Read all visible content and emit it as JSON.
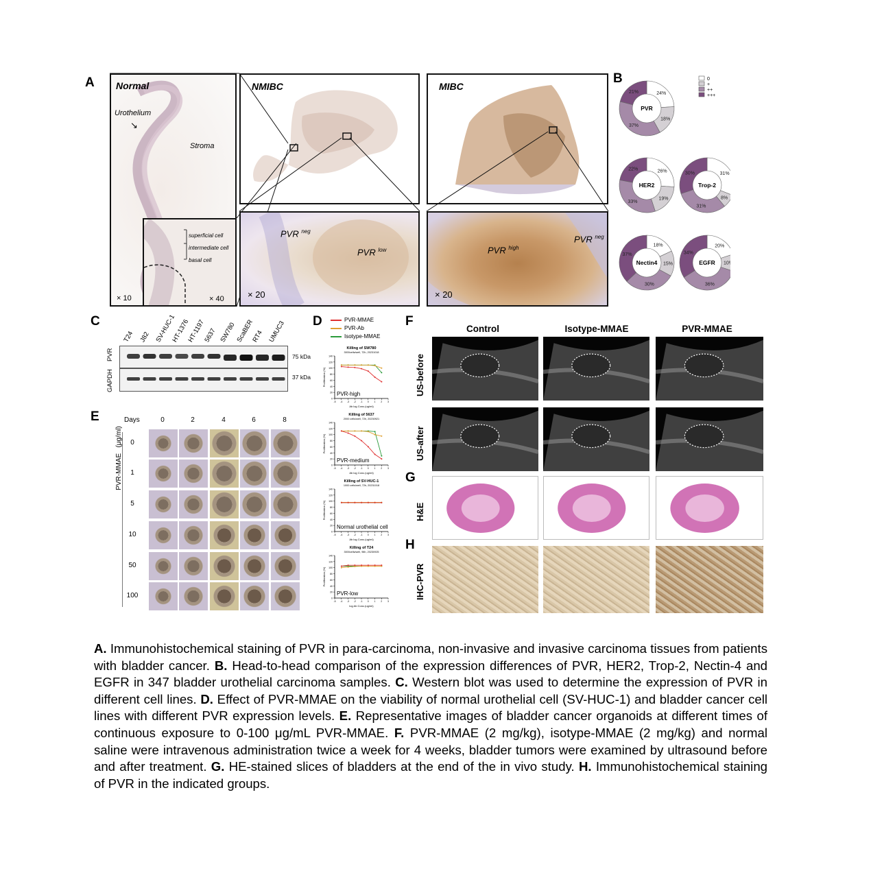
{
  "panel_letters": {
    "a": "A",
    "b": "B",
    "c": "C",
    "d": "D",
    "e": "E",
    "f": "F",
    "g": "G",
    "h": "H"
  },
  "panel_a": {
    "normal_title": "Normal",
    "nmibc_title": "NMIBC",
    "mibc_title": "MIBC",
    "urothelium": "Urothelium",
    "stroma": "Stroma",
    "superficial": "superficial cell",
    "intermediate": "intermediate cell",
    "basal": "basal cell",
    "mag_x10": "× 10",
    "mag_x40": "× 40",
    "mag_x20a": "× 20",
    "mag_x20b": "× 20",
    "pvr_neg_1": "PVR",
    "pvr_neg_1_sup": "neg",
    "pvr_low": "PVR",
    "pvr_low_sup": "low",
    "pvr_high": "PVR",
    "pvr_high_sup": "high",
    "pvr_neg_2": "PVR",
    "pvr_neg_2_sup": "neg"
  },
  "panel_b": {
    "legend": [
      {
        "label": "0",
        "color": "#ffffff"
      },
      {
        "label": "+",
        "color": "#d4d0d4"
      },
      {
        "label": "++",
        "color": "#a58aa8"
      },
      {
        "label": "+++",
        "color": "#7b4e7e"
      }
    ],
    "donuts": [
      {
        "name": "PVR",
        "values": [
          24,
          18,
          37,
          21
        ]
      },
      {
        "name": "HER2",
        "values": [
          26,
          19,
          33,
          22
        ]
      },
      {
        "name": "Trop-2",
        "values": [
          31,
          8,
          31,
          30
        ]
      },
      {
        "name": "Nectin4",
        "values": [
          18,
          15,
          30,
          37
        ]
      },
      {
        "name": "EGFR",
        "values": [
          20,
          10,
          36,
          34
        ]
      }
    ]
  },
  "panel_c": {
    "lanes": [
      "T24",
      "J82",
      "SV-HUC-1",
      "HT-1376",
      "HT-1197",
      "5637",
      "SW780",
      "ScaBER",
      "RT4",
      "UMUC3"
    ],
    "rows": [
      {
        "protein": "PVR",
        "size": "75 kDa"
      },
      {
        "protein": "GAPDH",
        "size": "37 kDa"
      }
    ]
  },
  "panel_d": {
    "legend": [
      {
        "label": "PVR-MMAE",
        "color": "#e03030"
      },
      {
        "label": "PVR-Ab",
        "color": "#e0a030"
      },
      {
        "label": "Isotype-MMAE",
        "color": "#2a9a3a"
      }
    ],
    "plots": [
      {
        "title": "Killing of SW780",
        "subtitle": "3000cells/well, 72h, 20231018",
        "tag": "PVR-high",
        "xlabel": "Ab log Conc.(ug/ml)"
      },
      {
        "title": "Killing of 5637",
        "subtitle": "2000 cells/well, 72h, 20230921",
        "tag": "PVR-medium",
        "xlabel": "Ab log Conc.(ug/ml)"
      },
      {
        "title": "Killing of SV-HUC-1",
        "subtitle": "1000 cells/well, 72h, 20231018",
        "tag": "Normal urothelial cell",
        "xlabel": "Ab log Conc.(ug/ml)"
      },
      {
        "title": "Killing of T24",
        "subtitle": "3000cells/well, 96h, 20230925",
        "tag": "PVR-low",
        "xlabel": "log Ab Conc.(ug/ml)"
      }
    ],
    "ylabel": "Proliferation (%)"
  },
  "panel_e": {
    "days_label": "Days",
    "days": [
      "0",
      "2",
      "4",
      "6",
      "8"
    ],
    "concs": [
      "0",
      "1",
      "5",
      "10",
      "50",
      "100"
    ],
    "axis_label": "PVR-MMAE   (μg/ml)"
  },
  "panel_f": {
    "groups": [
      "Control",
      "Isotype-MMAE",
      "PVR-MMAE"
    ],
    "row_before": "US-before",
    "row_after": "US-after"
  },
  "panel_g": {
    "row": "H&E"
  },
  "panel_h": {
    "row": "IHC-PVR"
  },
  "caption": [
    {
      "b": "A.",
      "t": " Immunohistochemical staining of PVR in para-carcinoma, non-invasive and invasive carcinoma tissues from patients with bladder cancer. "
    },
    {
      "b": "B.",
      "t": "  Head-to-head comparison of the expression differences of PVR, HER2, Trop-2, Nectin-4 and EGFR in 347 bladder urothelial carcinoma samples. "
    },
    {
      "b": "C.",
      "t": " Western blot was used to determine the expression of PVR in different cell lines. "
    },
    {
      "b": "D.",
      "t": " Effect of PVR-MMAE on the viability of normal urothelial cell (SV-HUC-1) and bladder cancer cell lines with different PVR expression levels. "
    },
    {
      "b": "E.",
      "t": " Representative images of bladder cancer organoids at different times of continuous exposure to 0-100 μg/mL PVR-MMAE. "
    },
    {
      "b": "F.",
      "t": " PVR-MMAE (2 mg/kg), isotype-MMAE (2 mg/kg) and normal saline were intravenous administration twice a week for 4 weeks, bladder tumors were examined by ultrasound before and after treatment. "
    },
    {
      "b": "G.",
      "t": " HE-stained slices of bladders at the end of the in vivo study. "
    },
    {
      "b": "H.",
      "t": " Immunohistochemical staining of PVR in the indicated groups."
    }
  ]
}
